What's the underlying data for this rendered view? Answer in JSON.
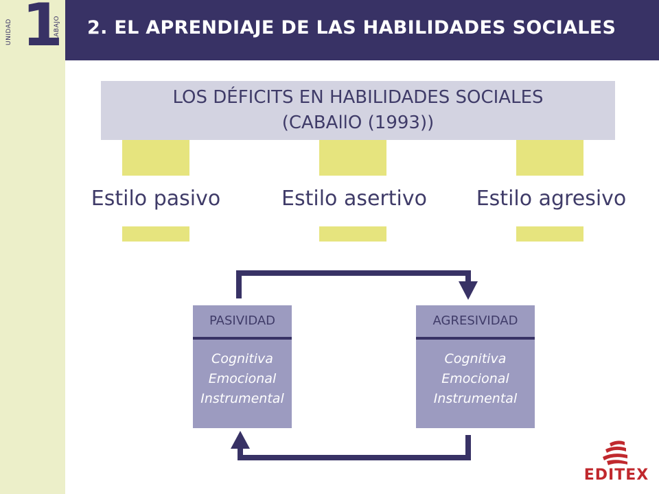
{
  "unit": {
    "label_left": "UNIDAD",
    "number": "1",
    "label_right": "TRABAJO"
  },
  "header": {
    "title": "2. EL APRENDIAJE DE LAS HABILIDADES SOCIALES"
  },
  "main_box": {
    "line1": "LOS DÉFICITS EN HABILIDADES SOCIALES",
    "line2": "(CABAllO (1993))"
  },
  "styles": [
    {
      "label": "Estilo pasivo"
    },
    {
      "label": "Estilo asertivo"
    },
    {
      "label": "Estilo agresivo"
    }
  ],
  "cards": [
    {
      "title": "PASIVIDAD",
      "items": [
        "Cognitiva",
        "Emocional",
        "Instrumental"
      ]
    },
    {
      "title": "AGRESIVIDAD",
      "items": [
        "Cognitiva",
        "Emocional",
        "Instrumental"
      ]
    }
  ],
  "logo": {
    "text": "EDITEX",
    "icon": "editex-book-logo-icon"
  },
  "colors": {
    "header": "#383265",
    "side_strip": "#ecefc9",
    "main_box": "#d3d3e1",
    "yellow_bar": "#e6e47e",
    "card": "#9c9bc0",
    "logo": "#c0282d"
  }
}
